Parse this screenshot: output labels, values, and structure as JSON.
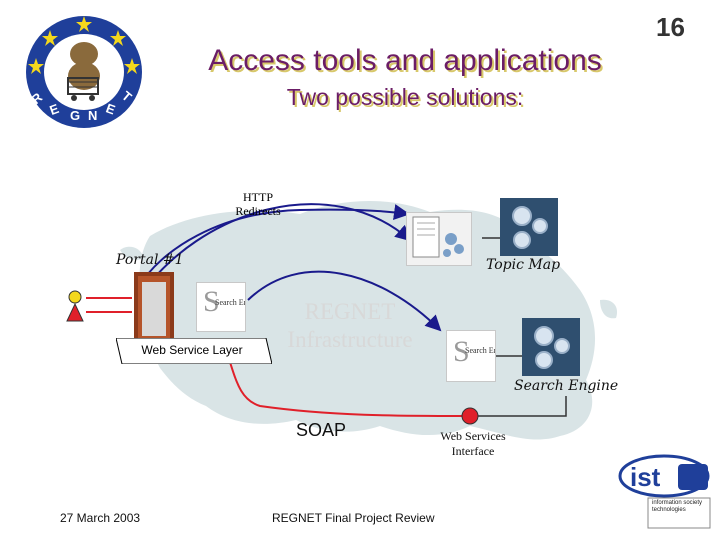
{
  "slide": {
    "page_number": "16",
    "title": "Access tools and applications",
    "subtitle": "Two possible solutions:",
    "footer_date": "27 March 2003",
    "footer_title": "REGNET Final Project Review"
  },
  "logo": {
    "text": "REGNET"
  },
  "diagram": {
    "http_redirects": "HTTP Redirects",
    "portal": "Portal #1",
    "web_service_layer": "Web Service Layer",
    "regnet_infrastructure": "REGNET Infrastructure",
    "topic_map": "Topic Map",
    "search_engine": "Search Engine",
    "soap": "SOAP",
    "web_services_interface": "Web Services Interface",
    "search_icon_text": "Search Engine"
  },
  "ist_logo": {
    "brand": "ist",
    "text": "information society technologies"
  },
  "colors": {
    "title": "#6b1d66",
    "shadow": "#d8c86a",
    "arrow": "#1a1a8c",
    "soap_line": "#e0202a",
    "map": "#d9e4e6"
  }
}
